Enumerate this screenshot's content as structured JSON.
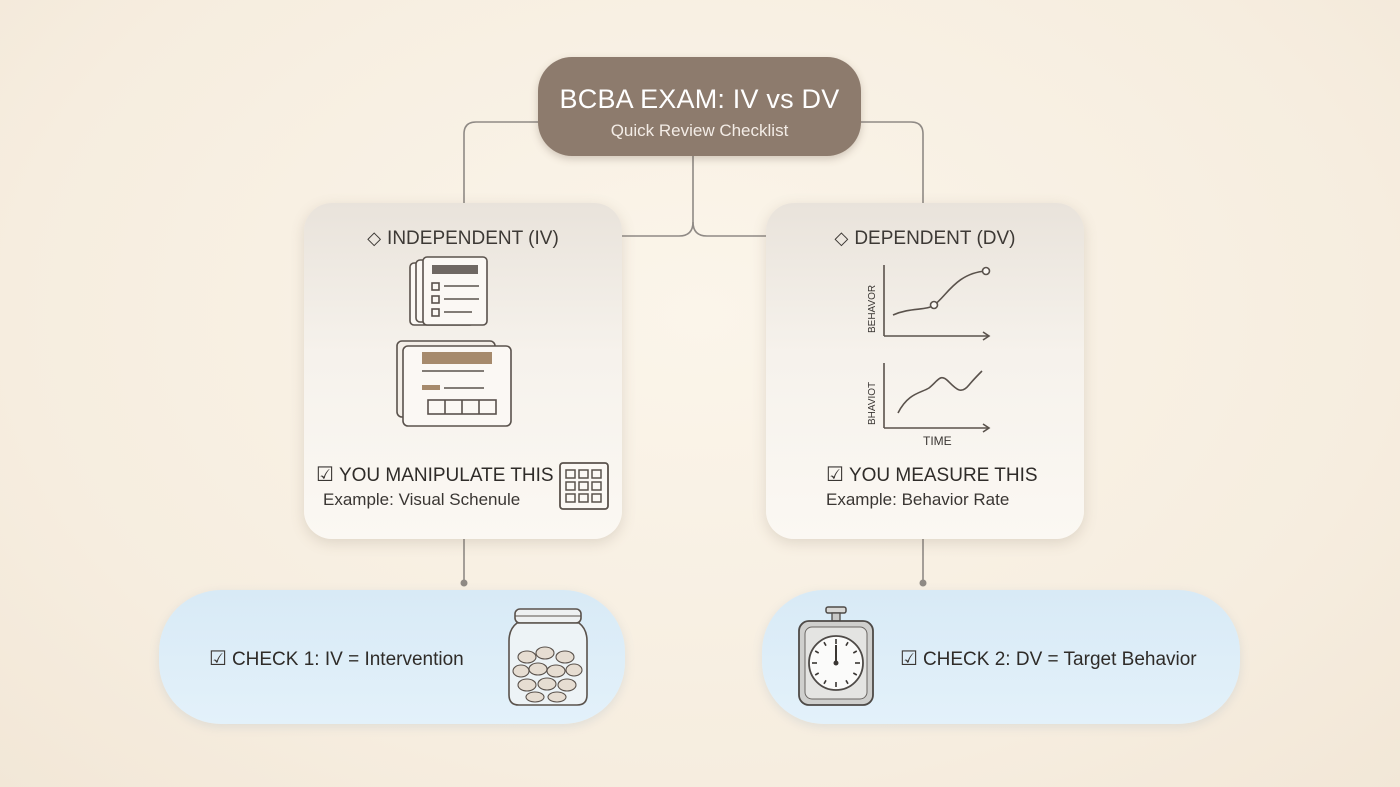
{
  "header": {
    "title": "BCBA EXAM: IV vs DV",
    "subtitle": "Quick Review Checklist"
  },
  "independent": {
    "heading": "INDEPENDENT (IV)",
    "check_label": "YOU MANIPULATE THIS",
    "example": "Example: Visual Schenule",
    "icons": [
      "document-stack-icon",
      "schedule-board-icon",
      "grid-calendar-icon"
    ]
  },
  "dependent": {
    "heading": "DEPENDENT (DV)",
    "check_label": "YOU MEASURE THIS",
    "example": "Example: Behavior Rate",
    "graph_top_ylabel": "BEHAVOR",
    "graph_bottom_ylabel": "BHAVIOT",
    "graph_xlabel": "TIME",
    "icons": [
      "line-graph-icon",
      "line-graph-icon"
    ]
  },
  "checks": [
    {
      "label": "CHECK 1: IV = Intervention",
      "icon": "token-jar-icon"
    },
    {
      "label": "CHECK 2: DV = Target Behavior",
      "icon": "stopwatch-icon"
    }
  ],
  "colors": {
    "title_pill": "#8d7b6d",
    "check_pill": "#dcedf8",
    "connector": "#8f8a85",
    "background": "#f7efe3"
  }
}
